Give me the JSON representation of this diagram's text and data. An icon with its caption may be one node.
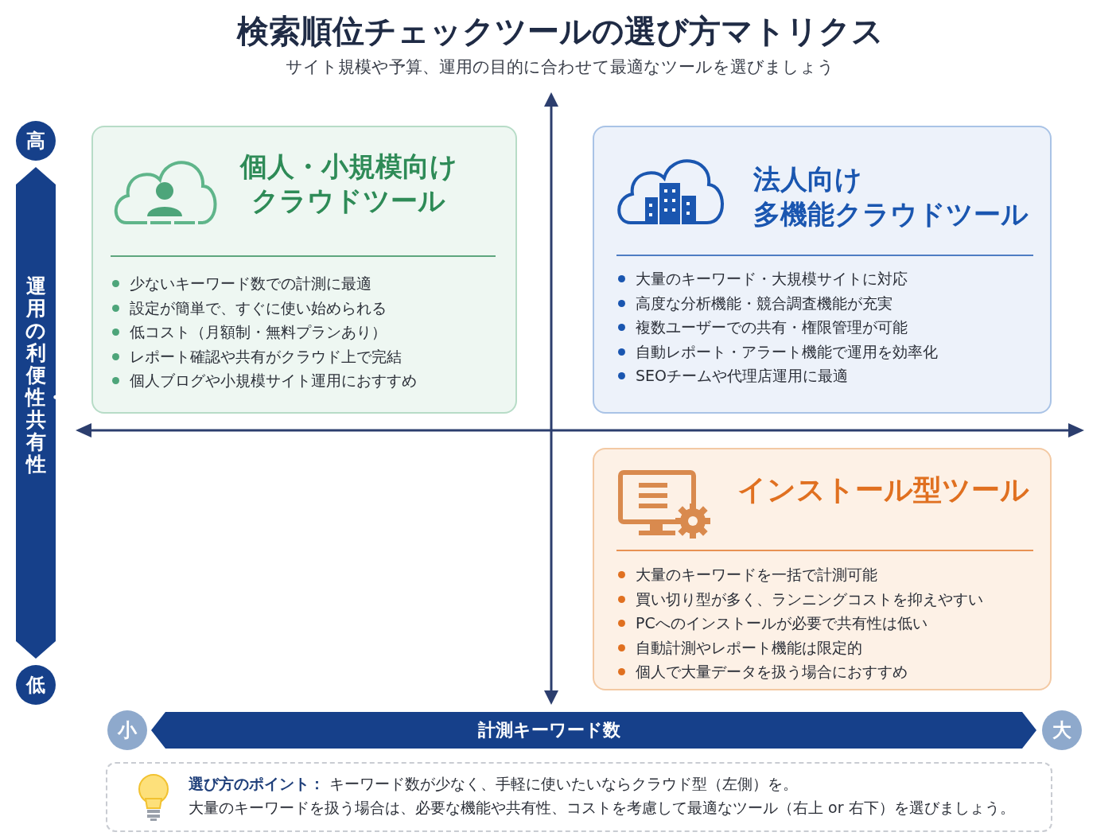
{
  "diagram": {
    "title": "検索順位チェックツールの選び方マトリクス",
    "nodes": [
      {
        "text": [
          "個人・小規模向けクラウドツール",
          "少ないキーワード数での計測に最適",
          "設定が簡単で、すぐに使い始められる",
          "低コスト（月額制・無料プランあり）",
          "レポート確認や共有がクラウド上で完結",
          "個人ブログや小規模サイト運用におすすめ"
        ]
      },
      {
        "text": [
          "法人向け",
          "多機能クラウドツール",
          "大量のキーワード・大規模サイトに対応",
          "高度な分析機能・競合調査機能が充実",
          "複数ユーザーでの共有・権限管理が可能",
          "自動レポート・アラート機能で運用を効率化",
          "SEOチームや代理店運用に最適"
        ]
      },
      {
        "text": [
          "高"
        ]
      },
      {
        "text": [
          "運用の利便性・共有性"
        ]
      },
      {
        "text": [
          "低"
        ]
      },
      {
        "text": [
          "インストール型ツール",
          "大量のキーワードを一括で計測可能",
          "買い切り型が多く、ランニングコストを抑えやすい",
          "PCへのインストールが必要で共有性は低い",
          "自動計測やレポート機能は限定的",
          "個人で大量データを扱う場合におすすめ"
        ]
      },
      {
        "text": [
          "小"
        ]
      },
      {
        "text": [
          "計測キーワード数"
        ]
      },
      {
        "text": [
          "大"
        ]
      },
      {
        "text": [
          "**選び方のポイント：** キーワード数が少なく、手軽に使いたいならクラウド型（左側）を。",
          "大量のキーワードを扱う場合は、必要な機能や共有性、コストを考慮して最適なツール（右上 or 右下）を選びましょう。"
        ]
      }
    ],
    "labels": [
      "サイト規模や予算、運用の目的に合わせて最適なツールを選びましょう"
    ]
  }
}
